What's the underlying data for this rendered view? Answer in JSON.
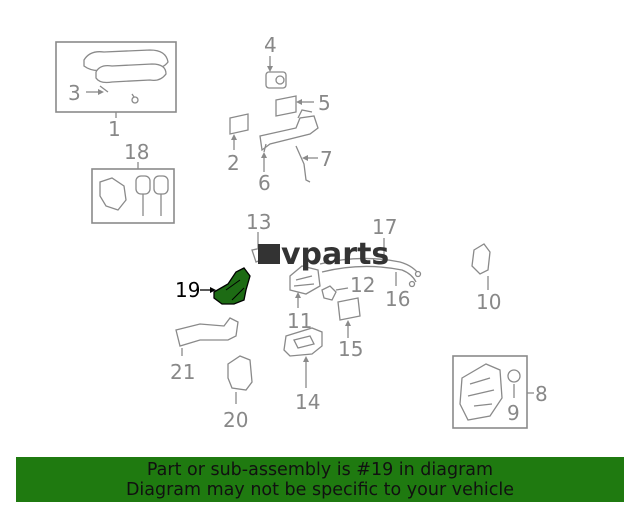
{
  "callouts": {
    "c1": "1",
    "c2": "2",
    "c3": "3",
    "c4": "4",
    "c5": "5",
    "c6": "6",
    "c7": "7",
    "c8": "8",
    "c9": "9",
    "c10": "10",
    "c11": "11",
    "c12": "12",
    "c13": "13",
    "c14": "14",
    "c15": "15",
    "c16": "16",
    "c17": "17",
    "c18": "18",
    "c19": "19",
    "c20": "20",
    "c21": "21"
  },
  "highlight": {
    "part": "19",
    "color": "#1d6b14"
  },
  "watermark": {
    "text": "vparts"
  },
  "banner": {
    "line1": "Part or sub-assembly is #19 in diagram",
    "line2": "Diagram may not be specific to your vehicle",
    "color": "#1f7a10"
  }
}
